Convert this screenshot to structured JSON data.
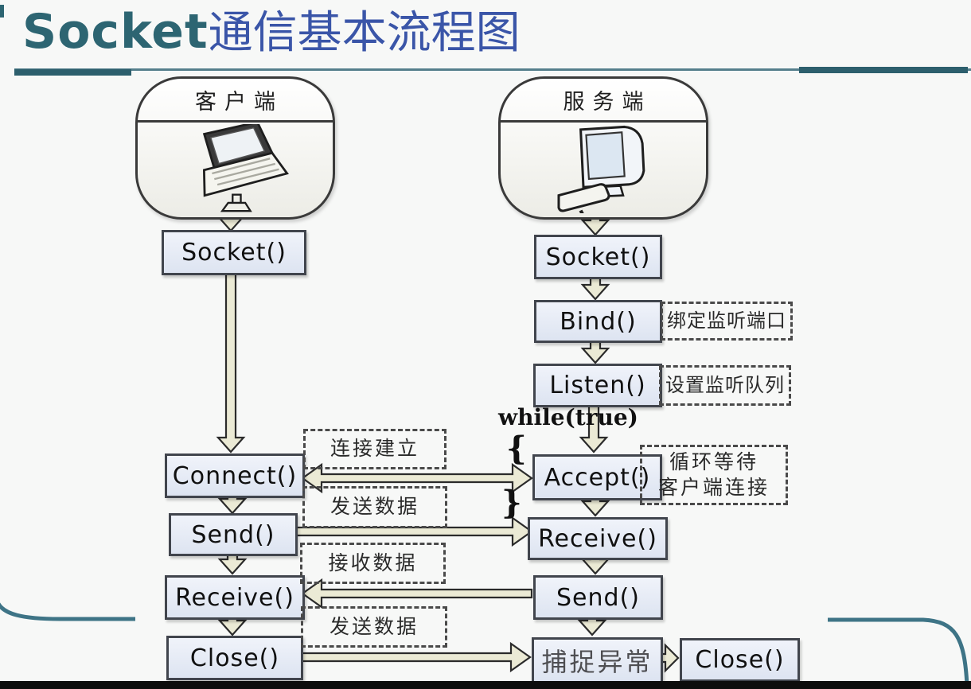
{
  "title": {
    "brand": "Socket",
    "rest": "通信基本流程图"
  },
  "client": {
    "header": "客户端",
    "steps": [
      "Socket()",
      "Connect()",
      "Send()",
      "Receive()",
      "Close()"
    ]
  },
  "server": {
    "header": "服务端",
    "steps": [
      "Socket()",
      "Bind()",
      "Listen()",
      "Accept()",
      "Receive()",
      "Send()",
      "捕捉异常",
      "Close()"
    ]
  },
  "annotations": {
    "bind": "绑定监听端口",
    "listen": "设置监听队列",
    "accept_line1": "循环等待",
    "accept_line2": "客户端连接",
    "connect": "连接建立",
    "send_data_1": "发送数据",
    "receive_data": "接收数据",
    "send_data_2": "发送数据"
  },
  "loop": {
    "condition": "while(true)",
    "brace_open": "{",
    "brace_close": "}"
  },
  "colors": {
    "accent_teal": "#2d6572",
    "title_blue": "#3a55a8",
    "box_fill": "#e3e9f4",
    "box_border": "#41454d",
    "arrow_fill": "#ebead5",
    "dashed_border": "#4a4a4a",
    "bottom_bar": "#0d0d0d"
  }
}
